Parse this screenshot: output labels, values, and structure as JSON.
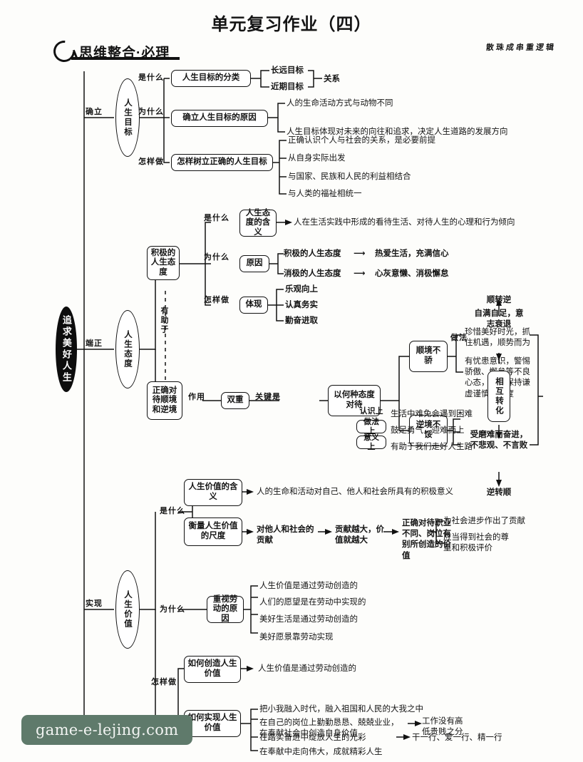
{
  "page": {
    "title": "单元复习作业（四）",
    "section_label": "思维整合·必理",
    "hand_note": "散珠成串重逻辑",
    "watermark": "game-e-lejing.com",
    "icon_question": "question-mark-icon"
  },
  "root": {
    "label": "追求美好人生"
  },
  "branches": {
    "b1": {
      "connector": "确立",
      "node": "人生目标"
    },
    "b2": {
      "connector": "端正",
      "node": "人生态度"
    },
    "b3": {
      "connector": "实现",
      "node": "人生价值"
    }
  },
  "goal": {
    "q1": {
      "label": "是什么",
      "node": "人生目标的分类",
      "children": [
        "长远目标",
        "近期目标"
      ],
      "relation": "关系"
    },
    "q2": {
      "label": "为什么",
      "node": "确立人生目标的原因",
      "children": [
        "人的生命活动方式与动物不同",
        "人生目标体现对未来的向往和追求，决定人生道路的发展方向"
      ]
    },
    "q3": {
      "label": "怎样做",
      "node": "怎样树立正确的人生目标",
      "children": [
        "正确认识个人与社会的关系，是必要前提",
        "从自身实际出发",
        "与国家、民族和人民的利益相结合",
        "与人类的福祉相统一"
      ]
    }
  },
  "attitude": {
    "sub_node": "积极的人生态度",
    "dashed_label": "有助于",
    "q1": {
      "label": "是什么",
      "node": "人生态度的含义",
      "text": "人在生活实践中形成的看待生活、对待人生的心理和行为倾向"
    },
    "q2": {
      "label": "为什么",
      "node": "原因",
      "pairs": [
        {
          "left": "积极的人生态度",
          "right": "热爱生活，充满信心"
        },
        {
          "left": "消极的人生态度",
          "right": "心灰意懒、消极懈怠"
        }
      ]
    },
    "q3": {
      "label": "怎样做",
      "node": "体现",
      "children": [
        "乐观向上",
        "认真务实",
        "勤奋进取"
      ]
    }
  },
  "circumstance": {
    "node": "正确对待顺境和逆境",
    "edge1": "作用",
    "mid1": "双重",
    "edge2": "关键是",
    "mid2": "以何种态度对待",
    "fav": {
      "node": "顺境不骄",
      "edge": "做法",
      "items": [
        "珍惜美好时光，抓住机遇，顺势而为",
        "有忧患意识，警惕骄傲、懈怠等不良心态，时刻保持谦虚谨慎的态度"
      ]
    },
    "adv": {
      "node": "逆境不馁",
      "items": [
        {
          "label": "认识上",
          "text": "生活中难免会遇到困难"
        },
        {
          "label": "做法上",
          "text": "鼓足勇气，迎难而上"
        },
        {
          "label": "意义上",
          "text": "有助于我们走好人生路"
        }
      ]
    },
    "transform": {
      "top_result": "顺转逆",
      "top_cause": "自满自足，意志衰退",
      "center": "相互转化",
      "bottom_cause": "受磨难而奋进，不悲观、不言败",
      "bottom_result": "逆转顺"
    }
  },
  "value": {
    "q1": {
      "label": "是什么",
      "n1": {
        "node": "人生价值的含义",
        "text": "人的生命和活动对自己、他人和社会所具有的积极意义"
      },
      "n2": {
        "node": "衡量人生价值的尺度",
        "chain": [
          "对他人和社会的贡献",
          "贡献越大，价值就越大",
          "正确对待职业不同、岗位有别所创造的价值"
        ],
        "tail": [
          "为社会进步作出了贡献",
          "应当得到社会的尊重和积极评价"
        ]
      }
    },
    "q2": {
      "label": "为什么",
      "node": "重视劳动的原因",
      "children": [
        "人生价值是通过劳动创造的",
        "人们的愿望是在劳动中实现的",
        "美好生活是通过劳动创造的",
        "美好愿景靠劳动实现"
      ]
    },
    "q3": {
      "label": "怎样做",
      "n1": {
        "node": "如何创造人生价值",
        "text": "人生价值是通过劳动创造的"
      },
      "n2": {
        "node": "如何实现人生价值",
        "children": [
          {
            "text": "把小我融入时代，融入祖国和人民的大我之中",
            "extra": ""
          },
          {
            "text": "在自己的岗位上勤勤恳恳、兢兢业业，在奉献社会中创造自身价值",
            "extra": "工作没有高低贵贱之分"
          },
          {
            "text": "在踏实奋进中绽放人生的光彩",
            "extra": "干一行、爱一行、精一行"
          },
          {
            "text": "在奉献中走向伟大，成就精彩人生",
            "extra": ""
          }
        ]
      }
    }
  }
}
